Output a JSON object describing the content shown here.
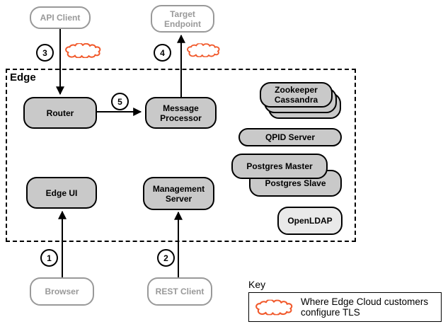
{
  "colors": {
    "node-fill": "#C9C9C9",
    "node-fill-light": "#E9E9E9",
    "line": "#000000",
    "muted": "#999999",
    "cloud": "#F1592B"
  },
  "edge_group": {
    "label": "Edge"
  },
  "nodes": {
    "api_client": {
      "label": "API Client"
    },
    "target_endpoint": {
      "lines": [
        "Target",
        "Endpoint"
      ]
    },
    "router": {
      "label": "Router"
    },
    "message_processor": {
      "lines": [
        "Message",
        "Processor"
      ]
    },
    "edge_ui": {
      "label": "Edge UI"
    },
    "management_server": {
      "lines": [
        "Management",
        "Server"
      ]
    },
    "zookeeper_cassandra": {
      "lines": [
        "Zookeeper",
        "Cassandra"
      ]
    },
    "qpid_server": {
      "label": "QPID Server"
    },
    "postgres_master": {
      "label": "Postgres Master"
    },
    "postgres_slave": {
      "label": "Postgres Slave"
    },
    "openldap": {
      "label": "OpenLDAP"
    },
    "browser": {
      "label": "Browser"
    },
    "rest_client": {
      "label": "REST Client"
    }
  },
  "steps": {
    "step1": "1",
    "step2": "2",
    "step3": "3",
    "step4": "4",
    "step5": "5"
  },
  "key": {
    "title": "Key",
    "entry_lines": [
      "Where Edge Cloud customers",
      "configure TLS"
    ]
  }
}
